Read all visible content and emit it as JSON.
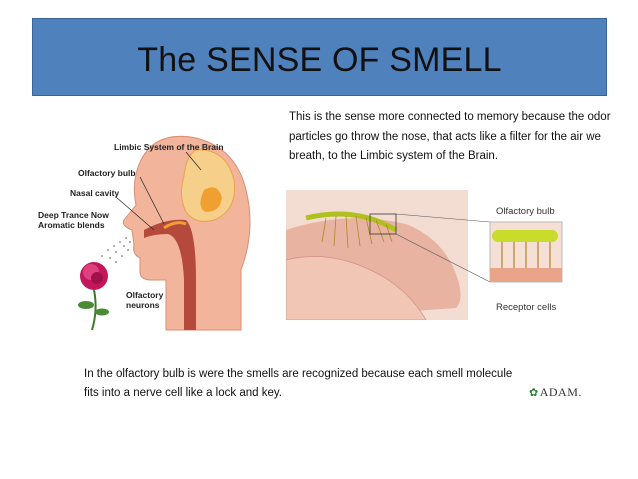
{
  "slide": {
    "title": "The SENSE OF SMELL",
    "description": "This is the sense more connected to memory because the odor particles go throw the nose, that acts like a filter for the air we breath, to the Limbic system of the Brain.",
    "caption": "In the olfactory bulb is were the smells are recognized because each smell molecule fits into a nerve cell like a lock and key."
  },
  "head_figure": {
    "labels": {
      "limbic": "Limbic System of the Brain",
      "bulb": "Olfactory bulb",
      "nasal": "Nasal cavity",
      "trance_1": "Deep Trance Now",
      "trance_2": "Aromatic blends",
      "neurons_1": "Olfactory",
      "neurons_2": "neurons"
    }
  },
  "nose_figure": {
    "labels": {
      "bulb": "Olfactory bulb",
      "receptor": "Receptor cells"
    }
  },
  "logo": {
    "mark": "✿",
    "text": "ADAM."
  },
  "colors": {
    "title_bar": "#4f81bd",
    "skin": "#f2b49a",
    "bulb": "#c8dc2a",
    "brain": "#f0a030"
  }
}
